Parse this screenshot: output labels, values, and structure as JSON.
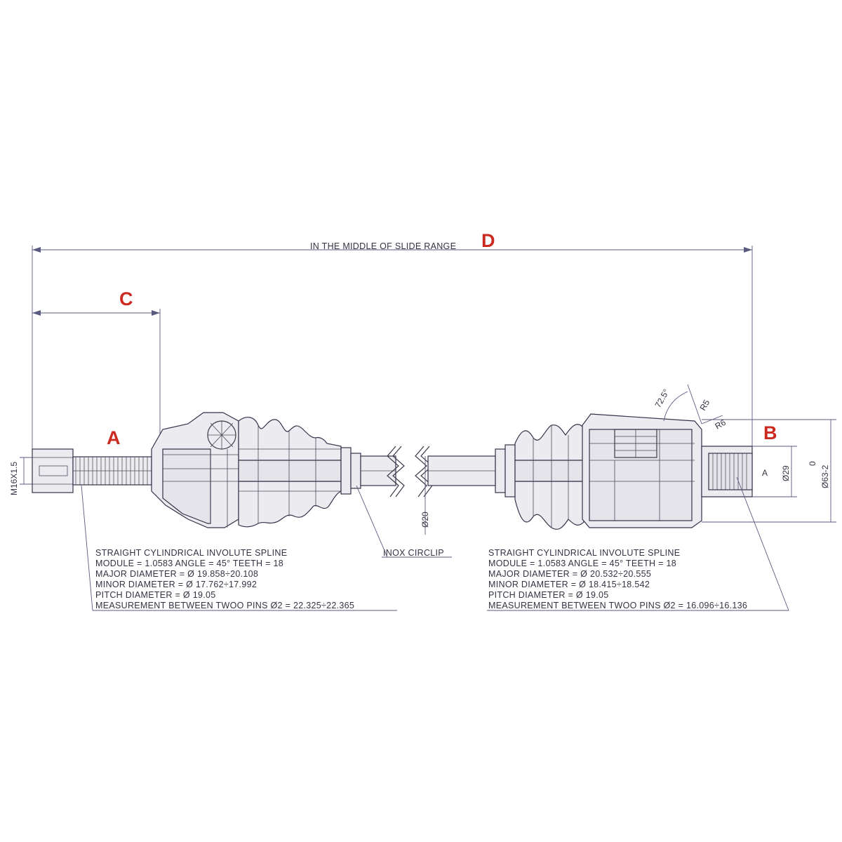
{
  "labels": {
    "A": "A",
    "B": "B",
    "C": "C",
    "D": "D"
  },
  "dimension_notes": {
    "overall": "IN THE MIDDLE OF SLIDE RANGE",
    "thread": "M16X1.5",
    "shaft_diameter": "Ø20",
    "housing_diameter": "Ø63-2",
    "housing_zero": "0",
    "stub_diameter": "Ø29",
    "stub_letter": "A",
    "angle": "72.5°",
    "radius_1": "R5",
    "radius_2": "R6",
    "circlip": "INOX CIRCLIP"
  },
  "spline_left": {
    "lines": [
      "STRAIGHT CYLINDRICAL INVOLUTE SPLINE",
      "MODULE = 1.0583 ANGLE = 45° TEETH = 18",
      "MAJOR DIAMETER = Ø 19.858÷20.108",
      "MINOR DIAMETER = Ø 17.762÷17.992",
      "PITCH DIAMETER  = Ø 19.05",
      "MEASUREMENT BETWEEN TWOO PINS  Ø2 = 22.325÷22.365"
    ]
  },
  "spline_right": {
    "lines": [
      "STRAIGHT CYLINDRICAL INVOLUTE SPLINE",
      "MODULE = 1.0583 ANGLE = 45° TEETH = 18",
      "MAJOR DIAMETER = Ø 20.532÷20.555",
      "MINOR DIAMETER = Ø 18.415÷18.542",
      "PITCH DIAMETER  = Ø 19.05",
      "MEASUREMENT BETWEEN TWOO PINS  Ø2 = 16.096÷16.136"
    ]
  },
  "colors": {
    "label_red": "#cc2a20",
    "line": "#3a3a4a",
    "dimension": "#5a5a80"
  }
}
